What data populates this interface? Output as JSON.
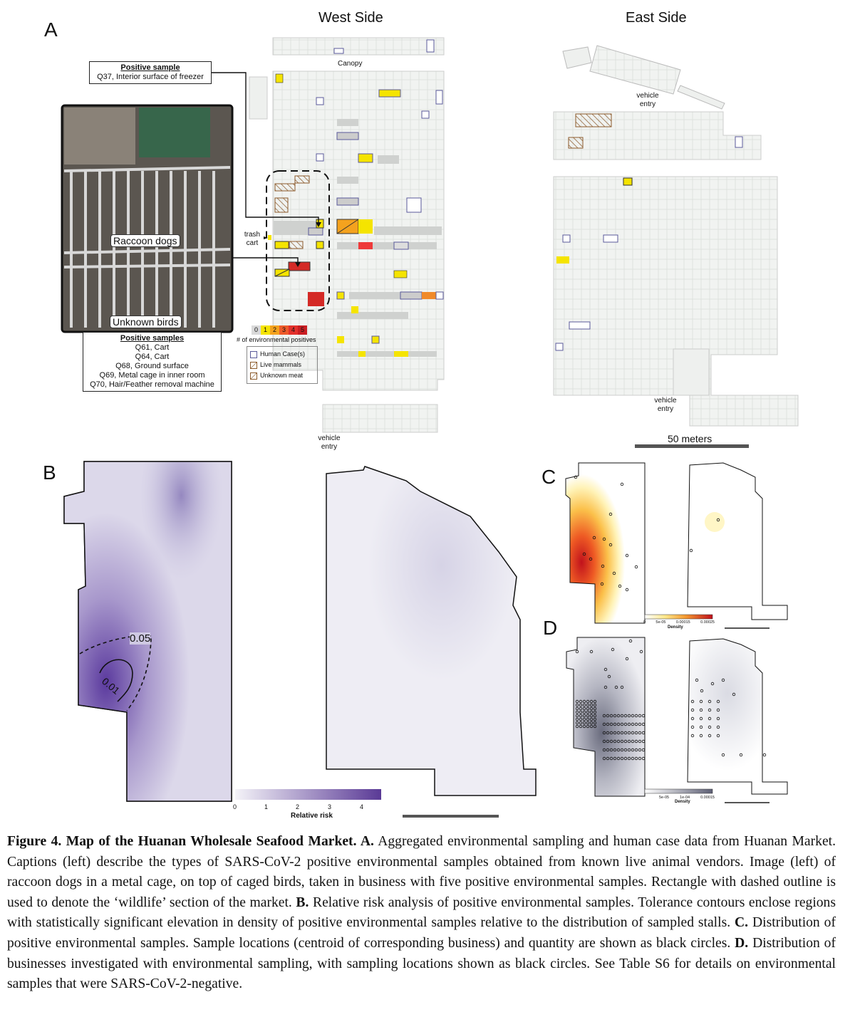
{
  "panels": {
    "a": "A",
    "b": "B",
    "c": "C",
    "d": "D"
  },
  "panel_a": {
    "west_title": "West Side",
    "east_title": "East Side",
    "canopy": "Canopy",
    "trash_cart": "trash cart",
    "vehicle_entry": "vehicle entry",
    "callout_top": {
      "title": "Positive sample",
      "text": "Q37, Interior surface of freezer"
    },
    "photo_labels": [
      "Raccoon dogs",
      "Unknown birds"
    ],
    "callout_bottom": {
      "title": "Positive samples",
      "items": [
        "Q61, Cart",
        "Q64, Cart",
        "Q68, Ground surface",
        "Q69, Metal cage in inner room",
        "Q70, Hair/Feather removal machine"
      ]
    },
    "legend": {
      "scale_values": [
        "0",
        "1",
        "2",
        "3",
        "4",
        "5"
      ],
      "scale_colors": [
        "#d9d9d9",
        "#f5e400",
        "#f4a21e",
        "#ee5a2a",
        "#e2302b",
        "#c91d22"
      ],
      "scale_title": "# of environmental positives",
      "items": [
        "Human Case(s)",
        "Live mammals",
        "Unknown meat"
      ]
    },
    "scale_bar": "50 meters"
  },
  "panel_b": {
    "contours": [
      "0.05",
      "0.01"
    ],
    "colorbar_ticks": [
      "0",
      "1",
      "2",
      "3",
      "4"
    ],
    "colorbar_title": "Relative risk"
  },
  "panel_c": {
    "colorbar_ticks": [
      "0",
      "5e-05",
      "0.00015",
      "0.00025"
    ],
    "colorbar_title": "Density"
  },
  "panel_d": {
    "colorbar_ticks": [
      "5e-05",
      "1e-04",
      "0.00015"
    ],
    "colorbar_title": "Density"
  },
  "caption": {
    "s1": "Figure 4. Map of the Huanan Wholesale Seafood Market. A.",
    "s2": " Aggregated environmental sampling and human case data from Huanan Market. Captions (left) describe the types of SARS-CoV-2 positive environmental samples obtained from known live animal vendors. Image (left) of raccoon dogs in a metal cage, on top of caged birds, taken in business with five positive environmental samples. Rectangle with dashed outline is used to denote the ‘wildlife’ section of the market. ",
    "s3": "B.",
    "s4": " Relative risk analysis of positive environmental samples. Tolerance contours enclose regions with statistically significant elevation in density of positive environmental samples relative to the distribution of sampled stalls. ",
    "s5": "C.",
    "s6": " Distribution of positive environmental samples. Sample locations (centroid of corresponding business) and quantity are shown as black circles. ",
    "s7": "D.",
    "s8": " Distribution of businesses investigated with environmental sampling, with sampling locations shown as black circles. See Table S6 for details on environmental samples that were SARS-CoV-2-negative."
  }
}
